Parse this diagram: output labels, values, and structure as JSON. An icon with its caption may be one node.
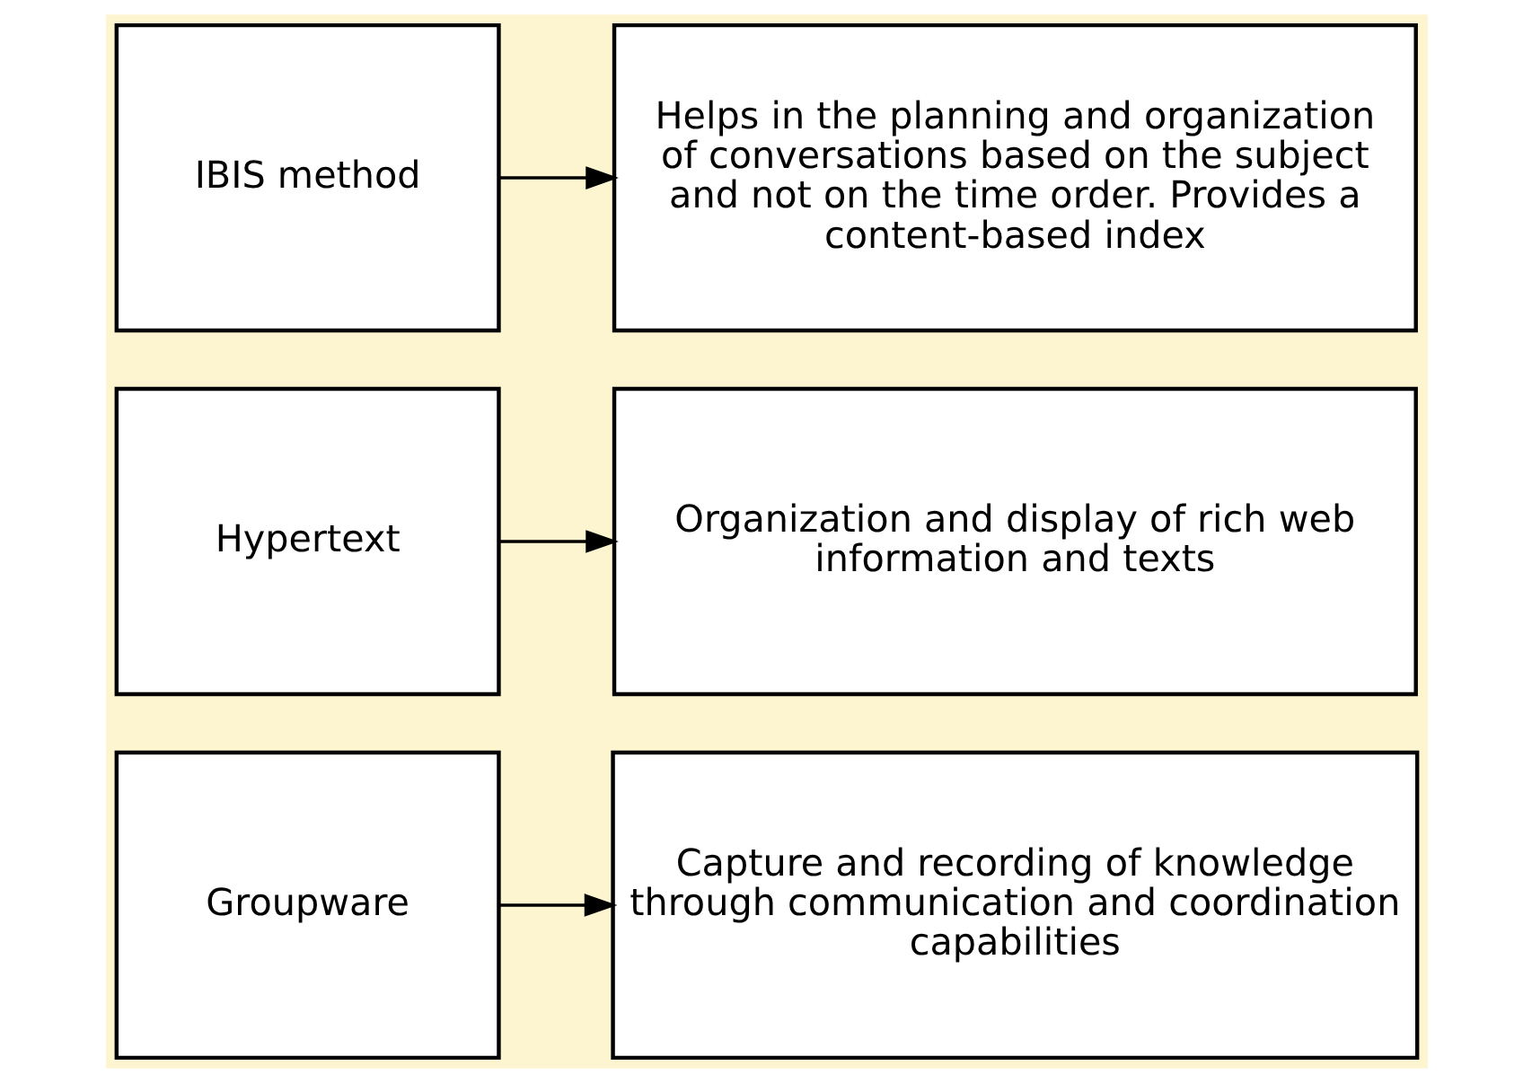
{
  "diagram": {
    "nodes": [
      {
        "text": [
          "Groupware"
        ]
      },
      {
        "text": [
          "Capture and recording of knowledge through communication and coordination capabilities"
        ]
      },
      {
        "text": [
          "Hypertext"
        ]
      },
      {
        "text": [
          "Organization and display of rich web information and texts"
        ]
      },
      {
        "text": [
          "IBIS method"
        ]
      },
      {
        "text": [
          "Helps in the planning and organization of conversations based on the subject and not on the time order. Provides a content-based index"
        ]
      }
    ],
    "edges": [
      {
        "from": 0,
        "to": 1,
        "arrow": "to"
      },
      {
        "from": 2,
        "to": 3,
        "arrow": "to"
      },
      {
        "from": 4,
        "to": 5,
        "arrow": "to"
      }
    ]
  }
}
